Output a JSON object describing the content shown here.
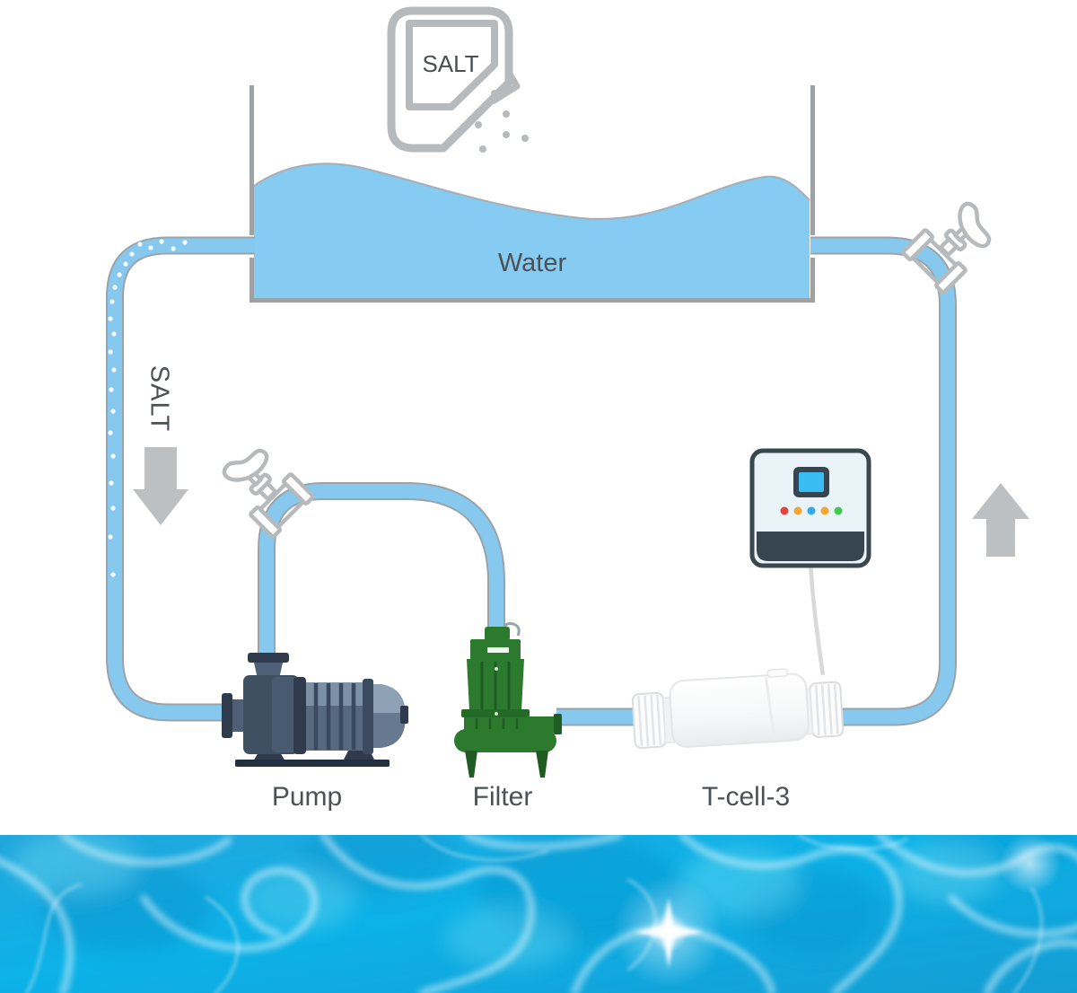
{
  "diagram": {
    "labels": {
      "salt_bag": "SALT",
      "water": "Water",
      "salt_flow": "SALT",
      "pump": "Pump",
      "filter": "Filter",
      "cell": "T-cell-3"
    },
    "icons": [
      "salt-bag-icon",
      "salt-grains-icon",
      "water-tank",
      "circulation-pipe",
      "valve-icon-left",
      "valve-icon-right",
      "salt-down-arrow-icon",
      "flow-up-arrow-icon",
      "pump-illustration",
      "filter-illustration",
      "t-cell-illustration",
      "controller-box",
      "controller-screen",
      "controller-leds",
      "controller-wire",
      "pool-water-photo"
    ],
    "colors": {
      "pipe_fill": "#87C9EE",
      "pipe_stroke": "#9AA3A8",
      "water_fill": "#86CBF1",
      "tank_wall": "#9EA2A5",
      "icon_gray": "#B6BABC",
      "arrow_gray": "#BCC0C3",
      "label_text": "#4D5154",
      "pump_dark": "#3E5062",
      "filter_green": "#2C7A2E",
      "cell_white": "#FFFFFF",
      "controller_face": "#E9F3F8",
      "controller_dark": "#36454F",
      "screen_blue": "#39BCF2",
      "led_red": "#E5433B",
      "led_amber": "#F2A634",
      "led_blue": "#30A9E8",
      "led_green": "#41C94F",
      "pool_blue": "#0FABE2"
    }
  }
}
